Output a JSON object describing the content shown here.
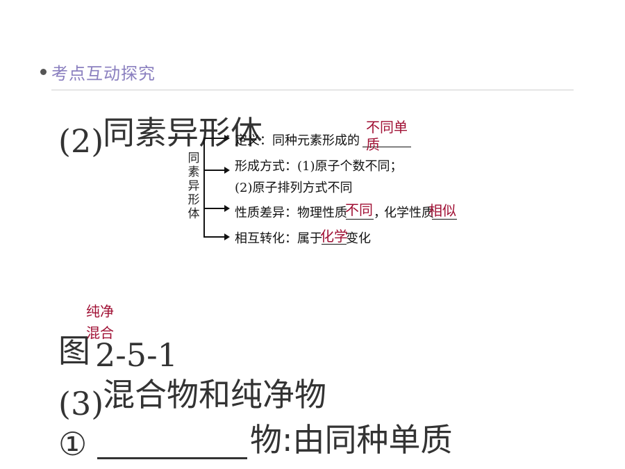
{
  "header": {
    "title": "考点互动探究"
  },
  "section2": {
    "number": "(2)",
    "title": "同素异形体"
  },
  "diagram": {
    "vertical_label": [
      "同",
      "素",
      "异",
      "形",
      "体"
    ],
    "definition": "定义：同种元素形成的",
    "formation_1": "形成方式：(1)原子个数不同；",
    "formation_2": "(2)原子排列方式不同",
    "properties_a": "性质差异：物理性质",
    "properties_sep": "，",
    "properties_b": "化学性质",
    "conversion_a": "相互转化：属于",
    "conversion_b": "变化",
    "answers": {
      "definition_1": "不同单",
      "definition_2": "质",
      "physical": "不同",
      "chemical": "相似",
      "conversion": "化学"
    }
  },
  "side_answers": {
    "line1": "纯净",
    "line2": "混合"
  },
  "figure": {
    "label_char": "图",
    "label_num": "2-5-1"
  },
  "section3": {
    "number": "(3)",
    "title": "混合物和纯净物"
  },
  "item1": {
    "marker": "①",
    "text": "物:由同种单质"
  }
}
